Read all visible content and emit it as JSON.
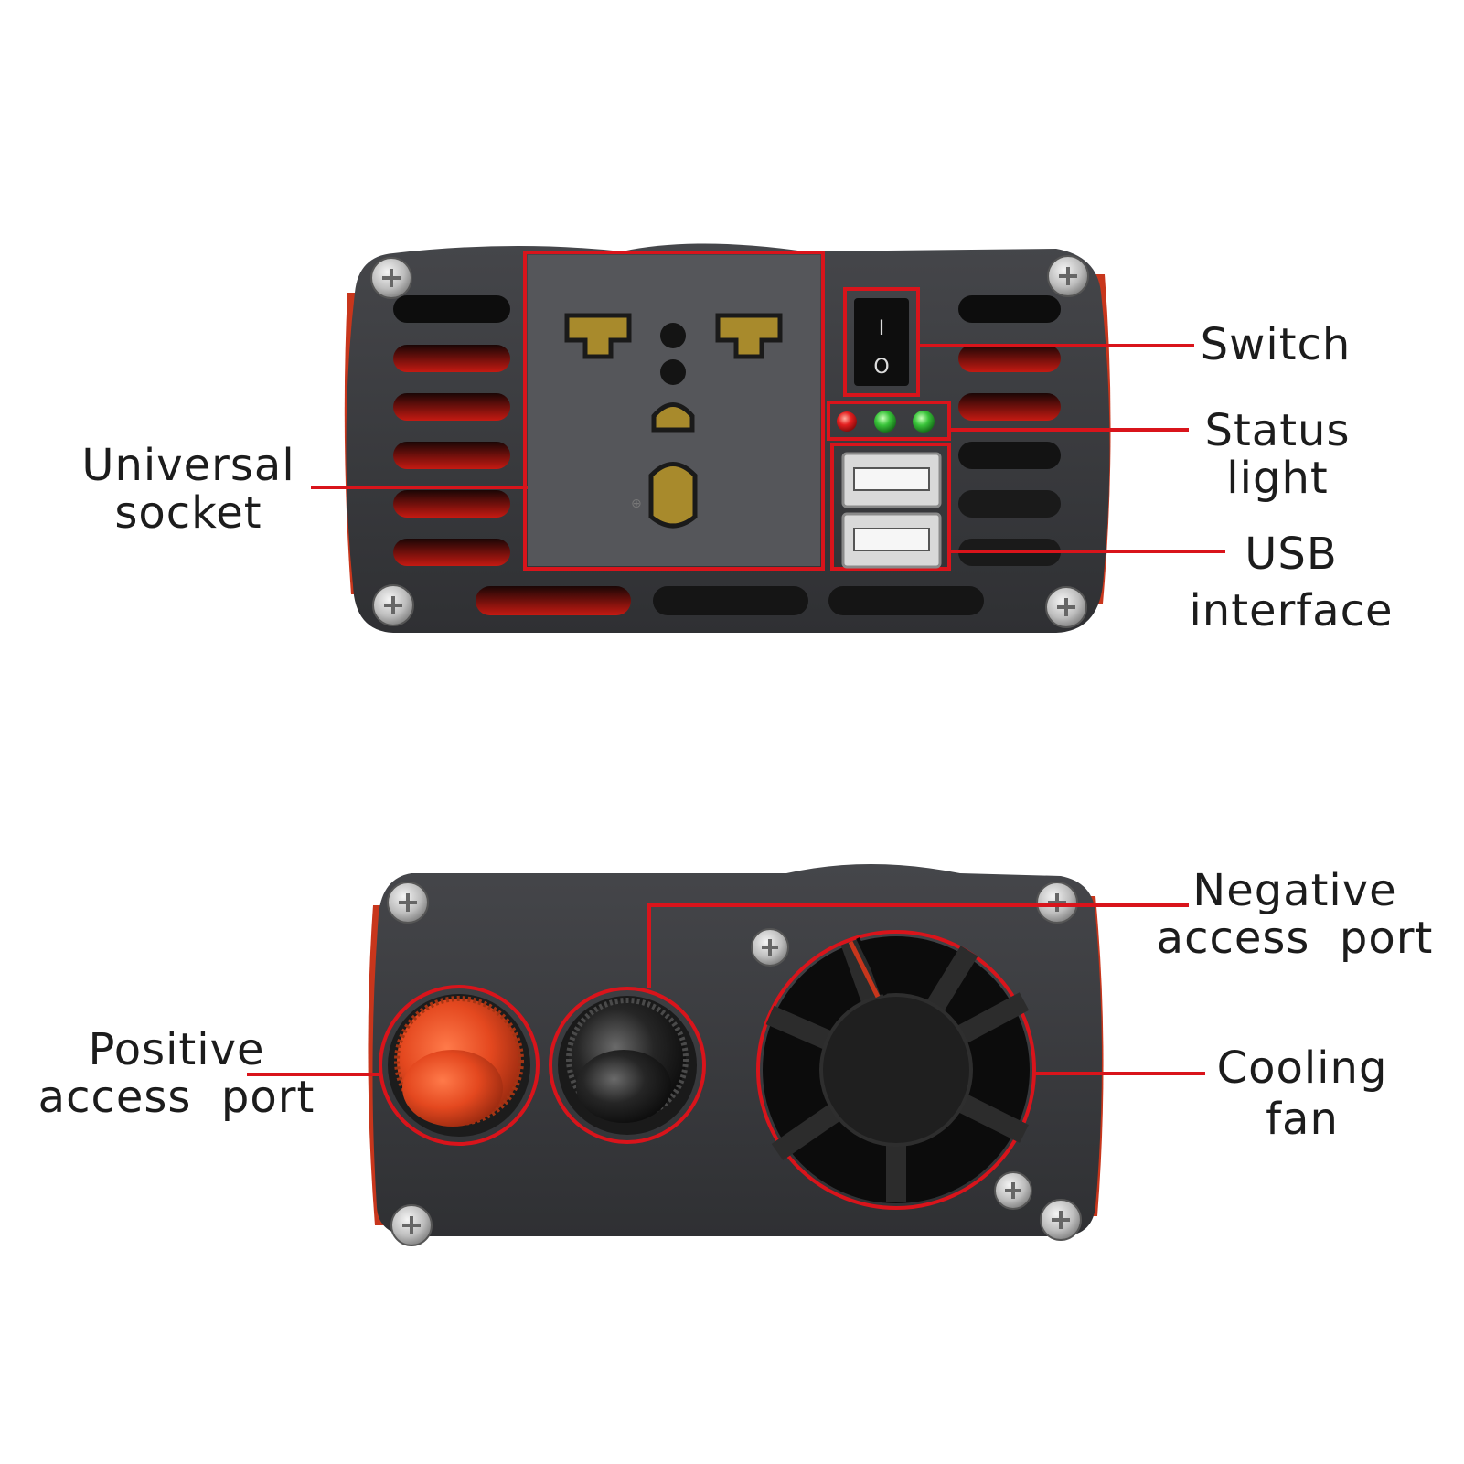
{
  "top_panel": {
    "switch_glyphs": {
      "on": "I",
      "off": "O"
    },
    "status_led_colors": [
      "#e41f1f",
      "#39c43a",
      "#39c43a"
    ]
  },
  "labels": {
    "universal_socket": {
      "line1": "Universal",
      "line2": "socket"
    },
    "switch": {
      "line1": "Switch"
    },
    "status_light": {
      "line1": "Status",
      "line2": "light"
    },
    "usb_interface": {
      "line1": "USB",
      "line2": "interface"
    },
    "negative_port": {
      "line1": "Negative",
      "line2": "access  port"
    },
    "positive_port": {
      "line1": "Positive",
      "line2": "access  port"
    },
    "cooling_fan": {
      "line1": "Cooling",
      "line2": "fan"
    }
  },
  "colors": {
    "callout": "#d9141b",
    "housing": "#3a3b3f",
    "vent_glow": "#c0150f",
    "positive_cap": "#d9431d",
    "negative_cap": "#1b1b1b"
  }
}
